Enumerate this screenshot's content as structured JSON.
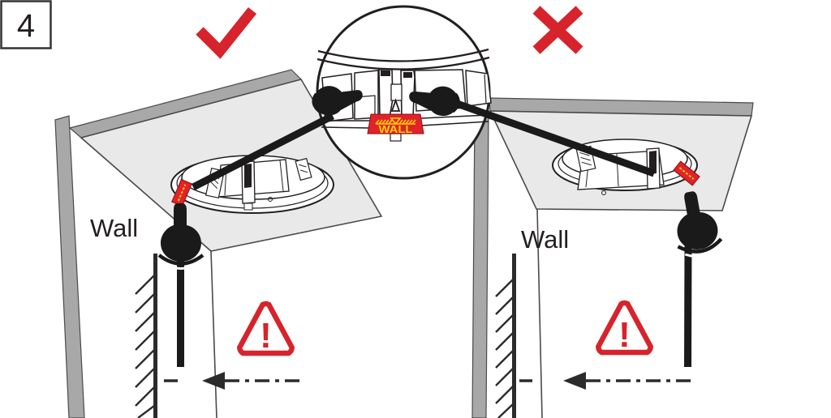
{
  "step": {
    "number": "4"
  },
  "left_example": {
    "verdict": "correct",
    "verdict_icon": "checkmark",
    "wall_text": "Wall",
    "warning_mark": "!"
  },
  "right_example": {
    "verdict": "incorrect",
    "verdict_icon": "x-mark",
    "wall_text": "Wall",
    "warning_mark": "!"
  },
  "magnifier": {
    "shows": "fixture spring clip with orientation sticker",
    "sticker_text": "WALL"
  },
  "colors": {
    "red": "#d7232b",
    "sticker_red": "#e2222a",
    "sticker_yellow": "#ffd400",
    "panel_gray": "#e9e9e9",
    "edge_gray": "#a8a8a8",
    "ink": "#231f20"
  }
}
